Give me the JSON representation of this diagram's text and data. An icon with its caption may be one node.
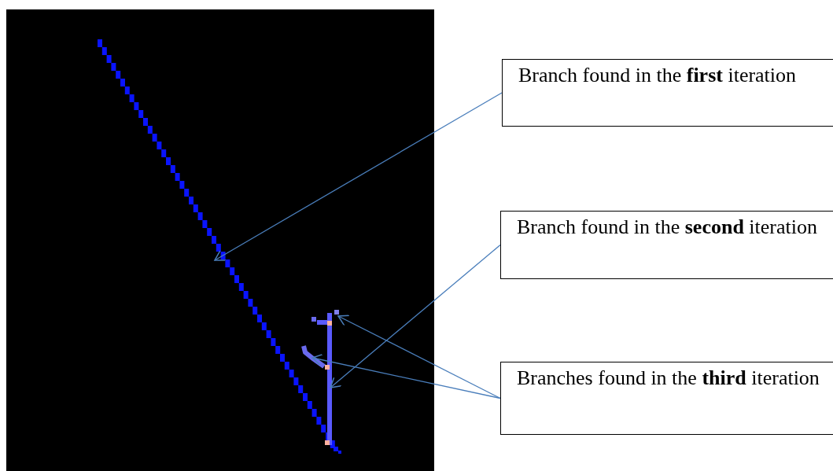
{
  "diagram": {
    "nodes": [
      {
        "text": [
          "Branch found in the **first** iteration"
        ]
      },
      {
        "text": [
          "Branch found in the **second** iteration"
        ]
      },
      {
        "text": [
          "Branches found in the **third** iteration"
        ]
      }
    ],
    "edges": [
      {
        "from": 0,
        "to": null,
        "arrow": "to"
      },
      {
        "from": 1,
        "to": null,
        "arrow": "to"
      },
      {
        "from": 2,
        "to": null,
        "arrow": "to"
      },
      {
        "from": 2,
        "to": null,
        "arrow": "to"
      }
    ]
  }
}
